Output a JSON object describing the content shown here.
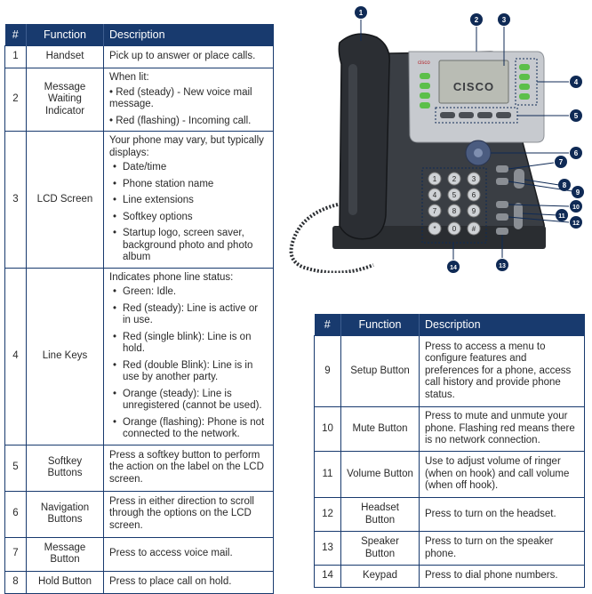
{
  "left_table": {
    "headers": [
      "#",
      "Function",
      "Description"
    ],
    "rows": [
      {
        "num": "1",
        "function": "Handset",
        "description": "Pick up to answer or place calls."
      },
      {
        "num": "2",
        "function": "Message Waiting Indicator",
        "intro": "When lit:",
        "lines": [
          "• Red (steady) - New voice mail message.",
          "• Red (flashing) - Incoming call."
        ]
      },
      {
        "num": "3",
        "function": "LCD Screen",
        "intro": "Your phone may vary, but typically displays:",
        "bullets": [
          "Date/time",
          "Phone station name",
          "Line extensions",
          "Softkey options",
          "Startup logo, screen saver, background photo and photo album"
        ]
      },
      {
        "num": "4",
        "function": "Line Keys",
        "intro": "Indicates phone line status:",
        "bullets": [
          "Green: Idle.",
          "Red (steady): Line is active or in use.",
          "Red (single blink): Line is on hold.",
          "Red (double Blink): Line is in use by another party.",
          "Orange (steady): Line is unregistered (cannot be used).",
          "Orange (flashing): Phone is not connected to the network."
        ]
      },
      {
        "num": "5",
        "function": "Softkey Buttons",
        "description": "Press a softkey button to perform the action on the label on the LCD screen."
      },
      {
        "num": "6",
        "function": "Navigation Buttons",
        "description": "Press in either direction to scroll through the options on the LCD screen."
      },
      {
        "num": "7",
        "function": "Message Button",
        "description": "Press to access voice mail."
      },
      {
        "num": "8",
        "function": "Hold Button",
        "description": "Press to place call on hold."
      }
    ]
  },
  "right_table": {
    "headers": [
      "#",
      "Function",
      "Description"
    ],
    "rows": [
      {
        "num": "9",
        "function": "Setup Button",
        "description": "Press to access a menu to configure features and preferences for a phone, access call history and provide phone status."
      },
      {
        "num": "10",
        "function": "Mute Button",
        "description": "Press to mute and unmute your phone. Flashing red means there is no network connection."
      },
      {
        "num": "11",
        "function": "Volume Button",
        "description": "Use to adjust volume of ringer (when on hook) and call volume (when off hook)."
      },
      {
        "num": "12",
        "function": "Headset Button",
        "description": "Press to turn on the headset."
      },
      {
        "num": "13",
        "function": "Speaker Button",
        "description": "Press to turn on the speaker phone."
      },
      {
        "num": "14",
        "function": "Keypad",
        "description": "Press to dial phone numbers."
      }
    ]
  },
  "figure": {
    "lcd_logo_text": "CISCO",
    "brand_small_text": "cisco",
    "keypad_keys": [
      "1",
      "2",
      "3",
      "4",
      "5",
      "6",
      "7",
      "8",
      "9",
      "*",
      "0",
      "#"
    ],
    "callouts": [
      "1",
      "2",
      "3",
      "4",
      "5",
      "6",
      "7",
      "8",
      "9",
      "10",
      "11",
      "12",
      "13",
      "14"
    ]
  },
  "colors": {
    "header_bg": "#183a6e",
    "border": "#183a6e",
    "callout": "#0f2a55"
  }
}
